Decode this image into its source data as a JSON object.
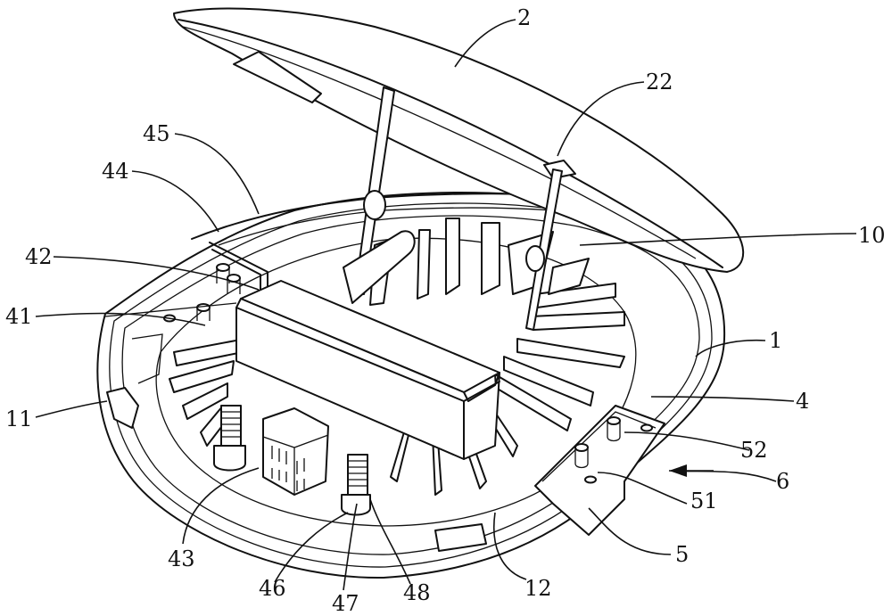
{
  "figure": {
    "title": "Lamp housing with opened cover - perspective view",
    "labels": [
      {
        "id": "2",
        "text": "2",
        "part": "cover"
      },
      {
        "id": "22",
        "text": "22",
        "part": "hinge"
      },
      {
        "id": "45",
        "text": "45",
        "part": "frame-rim"
      },
      {
        "id": "44",
        "text": "44",
        "part": "frame-groove"
      },
      {
        "id": "10",
        "text": "10",
        "part": "housing-edge"
      },
      {
        "id": "42",
        "text": "42",
        "part": "mount-post"
      },
      {
        "id": "41",
        "text": "41",
        "part": "driver-box"
      },
      {
        "id": "1",
        "text": "1",
        "part": "housing"
      },
      {
        "id": "4",
        "text": "4",
        "part": "heat-sink"
      },
      {
        "id": "11",
        "text": "11",
        "part": "clip"
      },
      {
        "id": "52",
        "text": "52",
        "part": "post"
      },
      {
        "id": "6",
        "text": "6",
        "part": "direction-arrow"
      },
      {
        "id": "51",
        "text": "51",
        "part": "screw-hole"
      },
      {
        "id": "5",
        "text": "5",
        "part": "bracket"
      },
      {
        "id": "43",
        "text": "43",
        "part": "terminal-block"
      },
      {
        "id": "46",
        "text": "46",
        "part": "spring-base"
      },
      {
        "id": "47",
        "text": "47",
        "part": "spring"
      },
      {
        "id": "48",
        "text": "48",
        "part": "spring-coil"
      },
      {
        "id": "12",
        "text": "12",
        "part": "fin"
      }
    ]
  }
}
